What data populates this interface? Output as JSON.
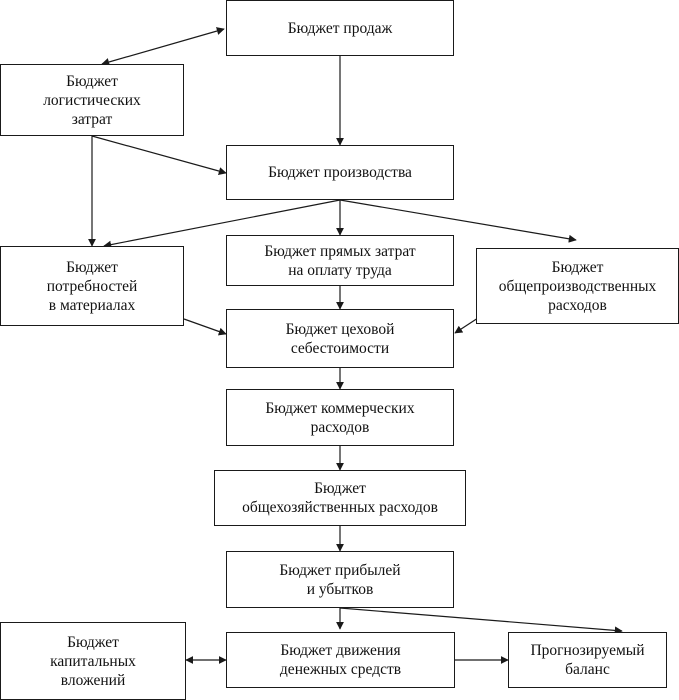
{
  "diagram": {
    "boxes": {
      "sales": [
        "Бюджет продаж"
      ],
      "logistics": [
        "Бюджет",
        "логистических",
        "затрат"
      ],
      "production": [
        "Бюджет производства"
      ],
      "materials": [
        "Бюджет",
        "потребностей",
        "в материалах"
      ],
      "labor": [
        "Бюджет прямых затрат",
        "на оплату труда"
      ],
      "overhead": [
        "Бюджет",
        "общепроизводственных",
        "расходов"
      ],
      "shop_cost": [
        "Бюджет цеховой",
        "себестоимости"
      ],
      "commercial": [
        "Бюджет коммерческих",
        "расходов"
      ],
      "admin": [
        "Бюджет",
        "общехозяйственных расходов"
      ],
      "profit": [
        "Бюджет прибылей",
        "и убытков"
      ],
      "capex": [
        "Бюджет",
        "капитальных",
        "вложений"
      ],
      "cashflow": [
        "Бюджет движения",
        "денежных средств"
      ],
      "balance": [
        "Прогнозируемый",
        "баланс"
      ]
    },
    "colors": {
      "line": "#1a1a1a",
      "text": "#111111",
      "background": "#ffffff"
    }
  }
}
